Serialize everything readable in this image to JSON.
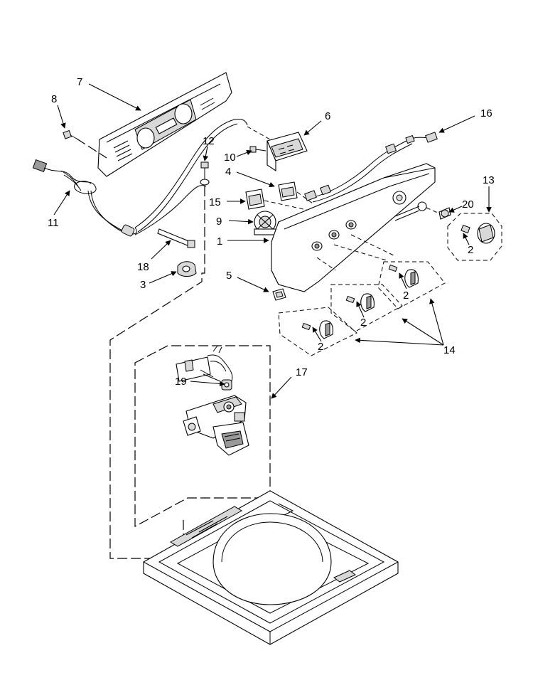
{
  "callouts": {
    "c1": "1",
    "c2a": "2",
    "c2b": "2",
    "c2c": "2",
    "c2d": "2",
    "c3": "3",
    "c4": "4",
    "c5": "5",
    "c6": "6",
    "c7": "7",
    "c8": "8",
    "c9": "9",
    "c10": "10",
    "c11": "11",
    "c12": "12",
    "c13": "13",
    "c14": "14",
    "c15": "15",
    "c16": "16",
    "c17": "17",
    "c18": "18",
    "c19": "19",
    "c20": "20"
  }
}
